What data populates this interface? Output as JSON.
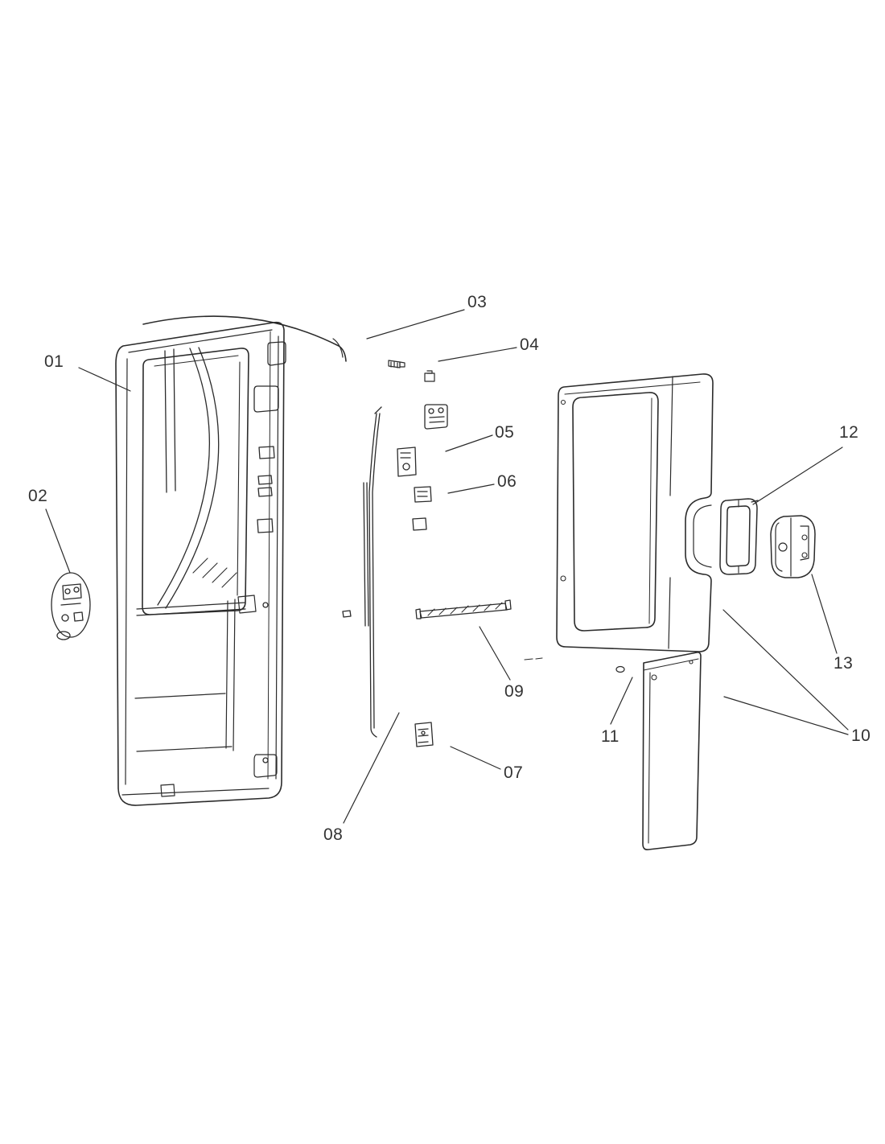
{
  "figure": {
    "background_color": "#ffffff",
    "line_color": "#2b2b2b",
    "label_color": "#333333"
  },
  "parts": [
    {
      "label": "01"
    },
    {
      "label": "02"
    },
    {
      "label": "03"
    },
    {
      "label": "04"
    },
    {
      "label": "05"
    },
    {
      "label": "06"
    },
    {
      "label": "07"
    },
    {
      "label": "08"
    },
    {
      "label": "09"
    },
    {
      "label": "10"
    },
    {
      "label": "11"
    },
    {
      "label": "12"
    },
    {
      "label": "13"
    }
  ]
}
